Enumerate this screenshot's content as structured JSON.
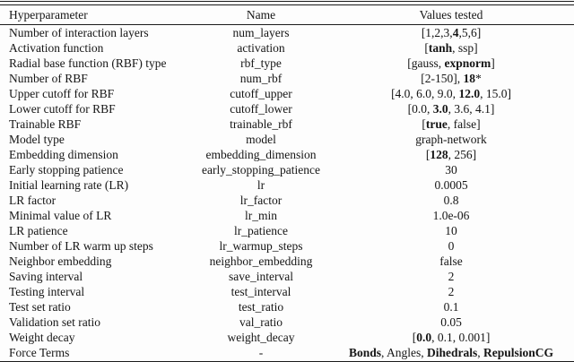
{
  "table": {
    "columns": [
      {
        "label": "Hyperparameter",
        "align": "left"
      },
      {
        "label": "Name",
        "align": "center"
      },
      {
        "label": "Values tested",
        "align": "center"
      }
    ],
    "rows": [
      {
        "hyperparameter": "Number of interaction layers",
        "name": "num_layers",
        "values": [
          {
            "t": "[1,2,3,"
          },
          {
            "t": "4",
            "b": true
          },
          {
            "t": ",5,6]"
          }
        ]
      },
      {
        "hyperparameter": "Activation function",
        "name": "activation",
        "values": [
          {
            "t": "["
          },
          {
            "t": "tanh",
            "b": true
          },
          {
            "t": ", ssp]"
          }
        ]
      },
      {
        "hyperparameter": "Radial base function (RBF) type",
        "name": "rbf_type",
        "values": [
          {
            "t": "[gauss, "
          },
          {
            "t": "expnorm",
            "b": true
          },
          {
            "t": "]"
          }
        ]
      },
      {
        "hyperparameter": "Number of RBF",
        "name": "num_rbf",
        "values": [
          {
            "t": "[2-150], "
          },
          {
            "t": "18",
            "b": true
          },
          {
            "t": "*"
          }
        ]
      },
      {
        "hyperparameter": "Upper cutoff for RBF",
        "name": "cutoff_upper",
        "values": [
          {
            "t": "[4.0, 6.0, 9.0, "
          },
          {
            "t": "12.0",
            "b": true
          },
          {
            "t": ", 15.0]"
          }
        ]
      },
      {
        "hyperparameter": "Lower cutoff for RBF",
        "name": "cutoff_lower",
        "values": [
          {
            "t": "[0.0, "
          },
          {
            "t": "3.0",
            "b": true
          },
          {
            "t": ", 3.6, 4.1]"
          }
        ]
      },
      {
        "hyperparameter": "Trainable RBF",
        "name": "trainable_rbf",
        "values": [
          {
            "t": "["
          },
          {
            "t": "true",
            "b": true
          },
          {
            "t": ", false]"
          }
        ]
      },
      {
        "hyperparameter": "Model type",
        "name": "model",
        "values": [
          {
            "t": "graph-network"
          }
        ]
      },
      {
        "hyperparameter": "Embedding dimension",
        "name": "embedding_dimension",
        "values": [
          {
            "t": "["
          },
          {
            "t": "128",
            "b": true
          },
          {
            "t": ", 256]"
          }
        ]
      },
      {
        "hyperparameter": "Early stopping patience",
        "name": "early_stopping_patience",
        "values": [
          {
            "t": "30"
          }
        ]
      },
      {
        "hyperparameter": "Initial learning rate (LR)",
        "name": "lr",
        "values": [
          {
            "t": "0.0005"
          }
        ]
      },
      {
        "hyperparameter": "LR factor",
        "name": "lr_factor",
        "values": [
          {
            "t": "0.8"
          }
        ]
      },
      {
        "hyperparameter": "Minimal value of LR",
        "name": "lr_min",
        "values": [
          {
            "t": "1.0e-06"
          }
        ]
      },
      {
        "hyperparameter": "LR patience",
        "name": "lr_patience",
        "values": [
          {
            "t": "10"
          }
        ]
      },
      {
        "hyperparameter": "Number of LR warm up steps",
        "name": "lr_warmup_steps",
        "values": [
          {
            "t": "0"
          }
        ]
      },
      {
        "hyperparameter": "Neighbor embedding",
        "name": "neighbor_embedding",
        "values": [
          {
            "t": "false"
          }
        ]
      },
      {
        "hyperparameter": "Saving interval",
        "name": "save_interval",
        "values": [
          {
            "t": "2"
          }
        ]
      },
      {
        "hyperparameter": "Testing interval",
        "name": "test_interval",
        "values": [
          {
            "t": "2"
          }
        ]
      },
      {
        "hyperparameter": "Test set ratio",
        "name": "test_ratio",
        "values": [
          {
            "t": "0.1"
          }
        ]
      },
      {
        "hyperparameter": "Validation set ratio",
        "name": "val_ratio",
        "values": [
          {
            "t": "0.05"
          }
        ]
      },
      {
        "hyperparameter": "Weight decay",
        "name": "weight_decay",
        "values": [
          {
            "t": "["
          },
          {
            "t": "0.0",
            "b": true
          },
          {
            "t": ", 0.1, 0.001]"
          }
        ]
      },
      {
        "hyperparameter": "Force Terms",
        "name": "-",
        "values": [
          {
            "t": "Bonds",
            "b": true
          },
          {
            "t": ", Angles, "
          },
          {
            "t": "Dihedrals",
            "b": true
          },
          {
            "t": ", "
          },
          {
            "t": "RepulsionCG",
            "b": true
          }
        ]
      }
    ]
  }
}
